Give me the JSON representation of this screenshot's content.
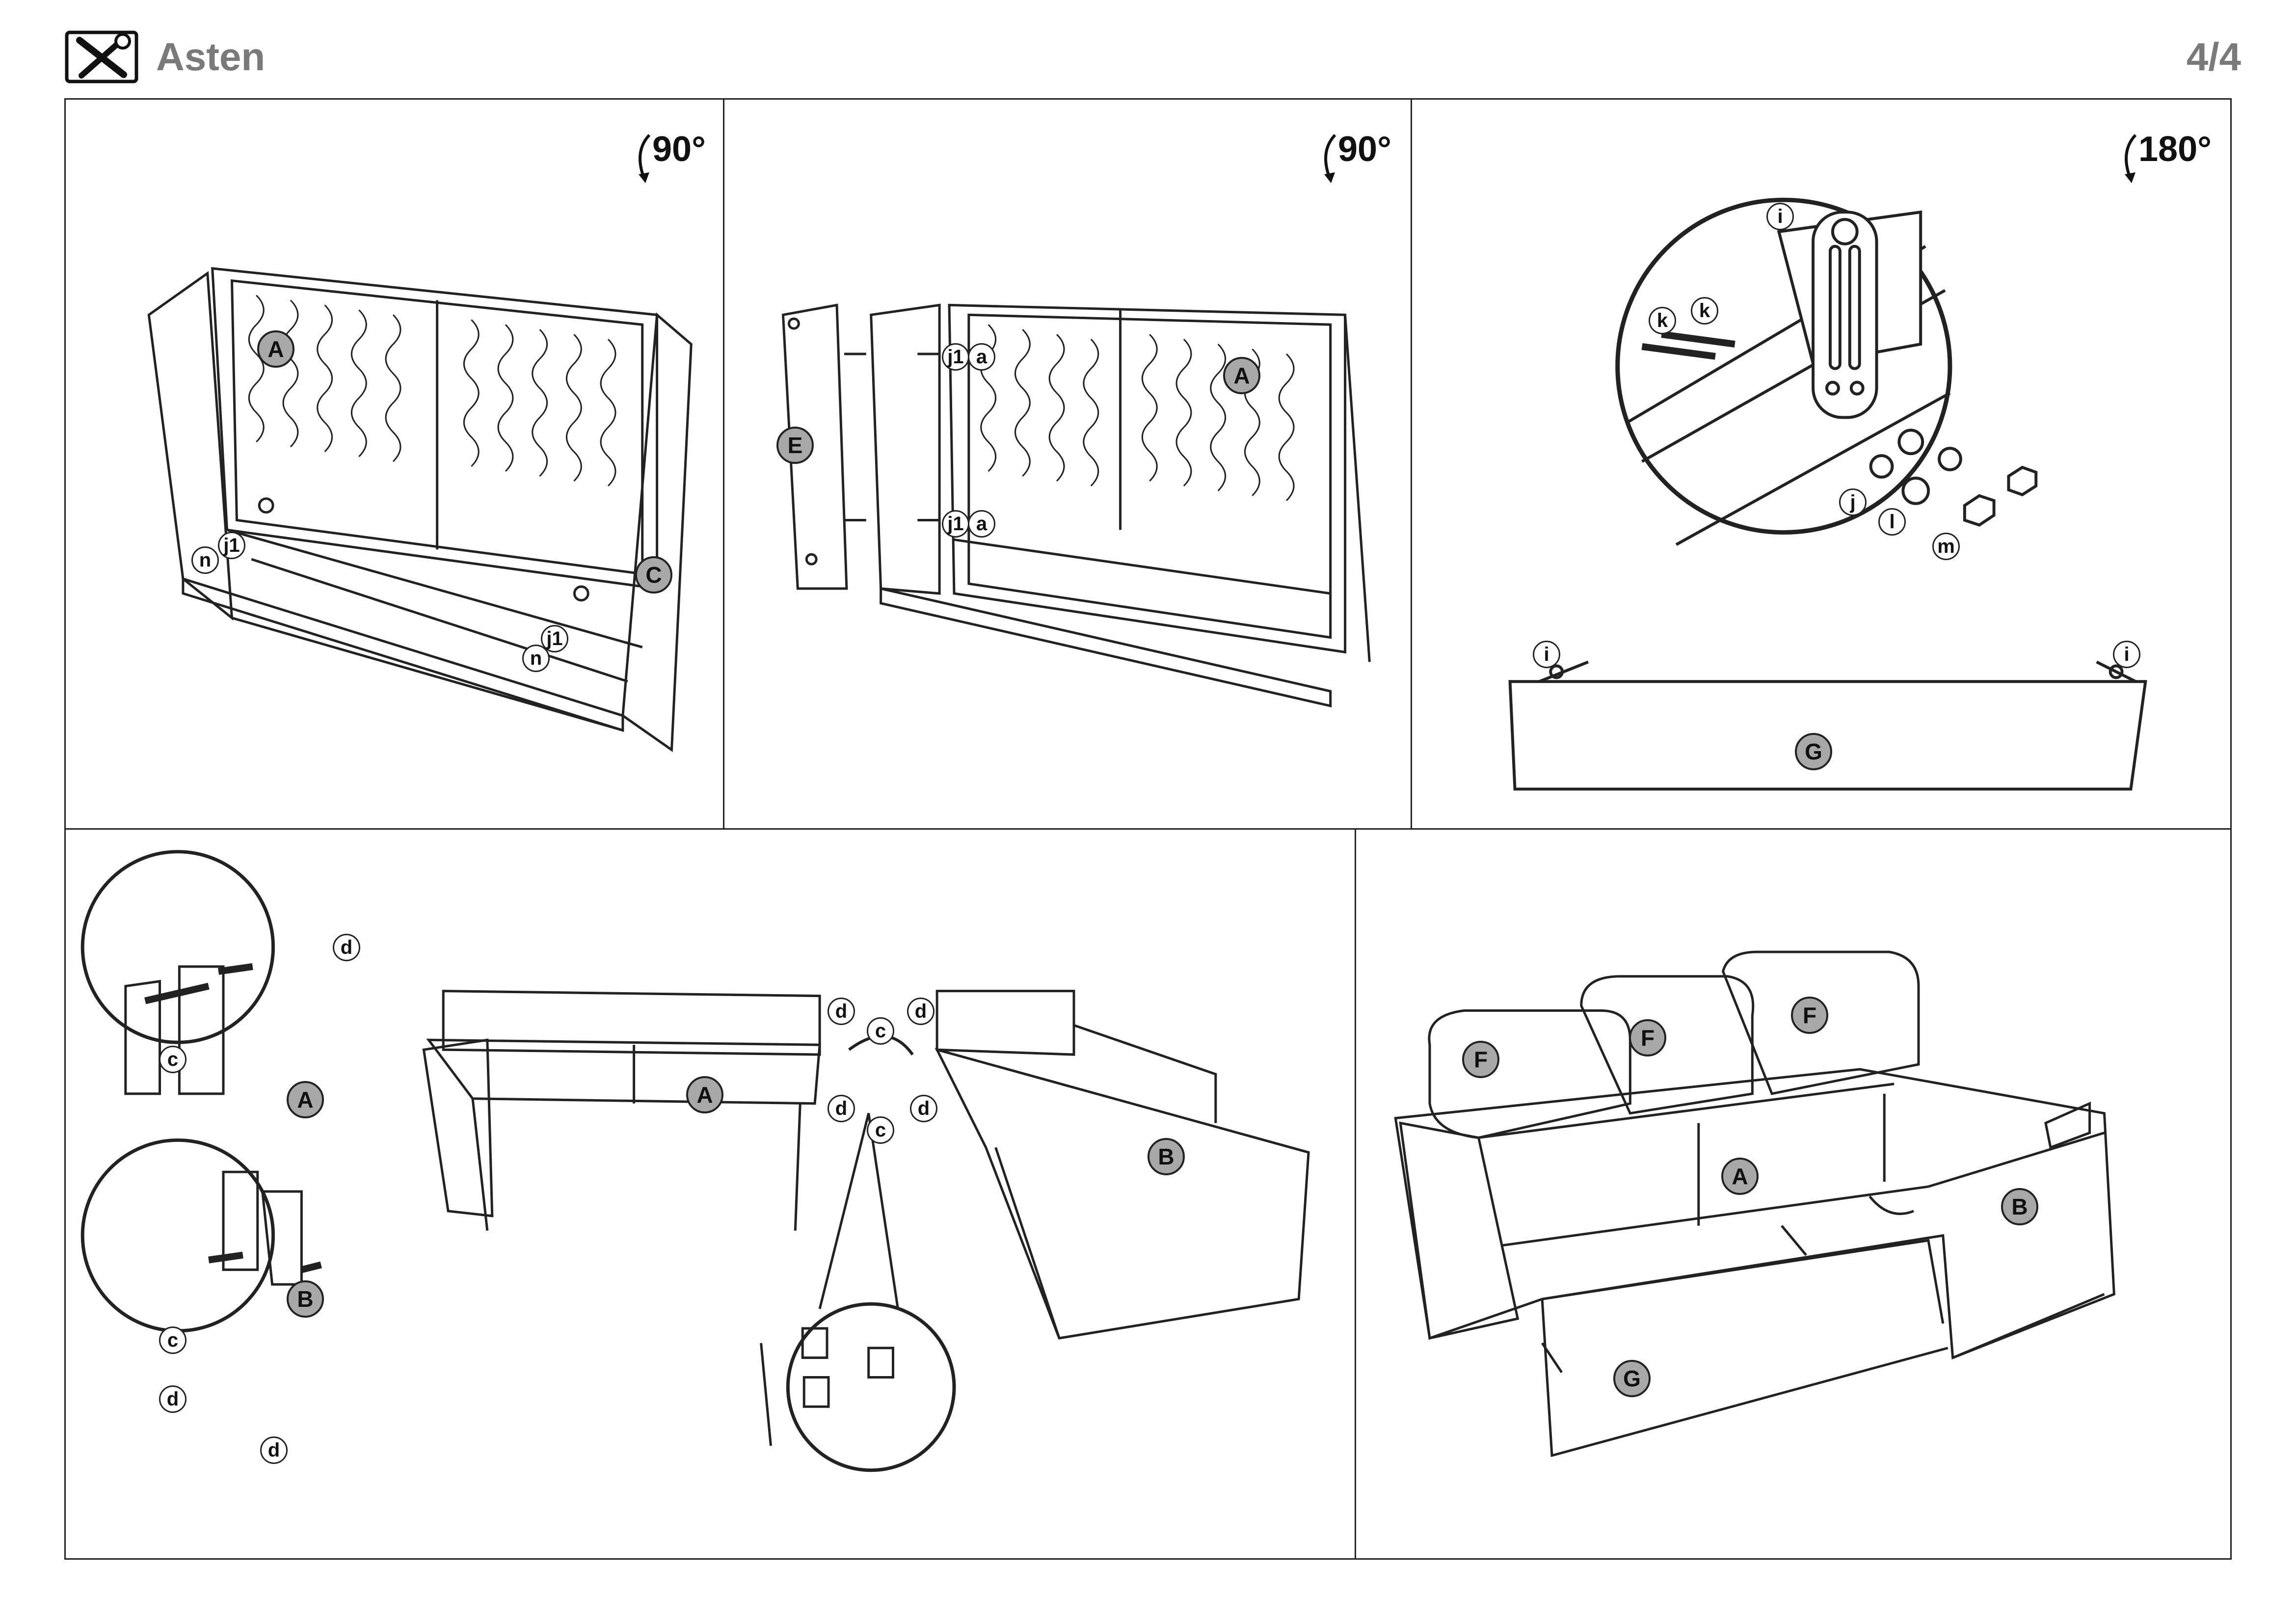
{
  "header": {
    "title": "Asten",
    "page": "4/4",
    "icon": "tools-icon"
  },
  "steps": [
    {
      "rotation": "90°",
      "labels": [
        "A",
        "C",
        "n",
        "j1",
        "n",
        "j1"
      ]
    },
    {
      "rotation": "90°",
      "labels": [
        "E",
        "A",
        "j1",
        "a",
        "j1",
        "a"
      ]
    },
    {
      "rotation": "180°",
      "labels": [
        "i",
        "k",
        "k",
        "j",
        "l",
        "m",
        "i",
        "i",
        "G"
      ]
    },
    {
      "labels": [
        "d",
        "c",
        "A",
        "B",
        "c",
        "d",
        "d",
        "A",
        "d",
        "c",
        "d",
        "d",
        "d",
        "c",
        "B"
      ]
    },
    {
      "labels": [
        "F",
        "F",
        "F",
        "A",
        "B",
        "G"
      ]
    }
  ],
  "colors": {
    "part_badge": "#a8a8a8",
    "line": "#222222",
    "title_gray": "#7a7a7a"
  }
}
